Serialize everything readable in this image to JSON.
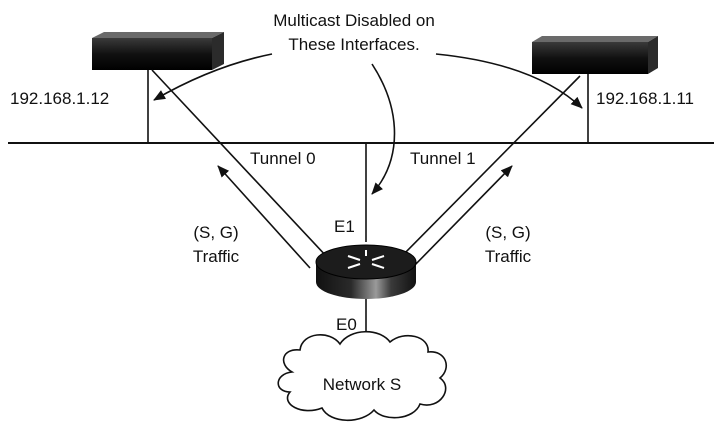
{
  "annotation": {
    "line1": "Multicast Disabled on",
    "line2": "These Interfaces."
  },
  "hosts": {
    "left_ip": "192.168.1.12",
    "right_ip": "192.168.1.11"
  },
  "tunnels": {
    "tunnel0": "Tunnel 0",
    "tunnel1": "Tunnel 1"
  },
  "router": {
    "e1": "E1",
    "e0": "E0"
  },
  "traffic_left": {
    "line1": "(S, G)",
    "line2": "Traffic"
  },
  "traffic_right": {
    "line1": "(S, G)",
    "line2": "Traffic"
  },
  "network": {
    "label": "Network S"
  },
  "colors": {
    "line": "#111111",
    "device": "#1a1a1a"
  }
}
